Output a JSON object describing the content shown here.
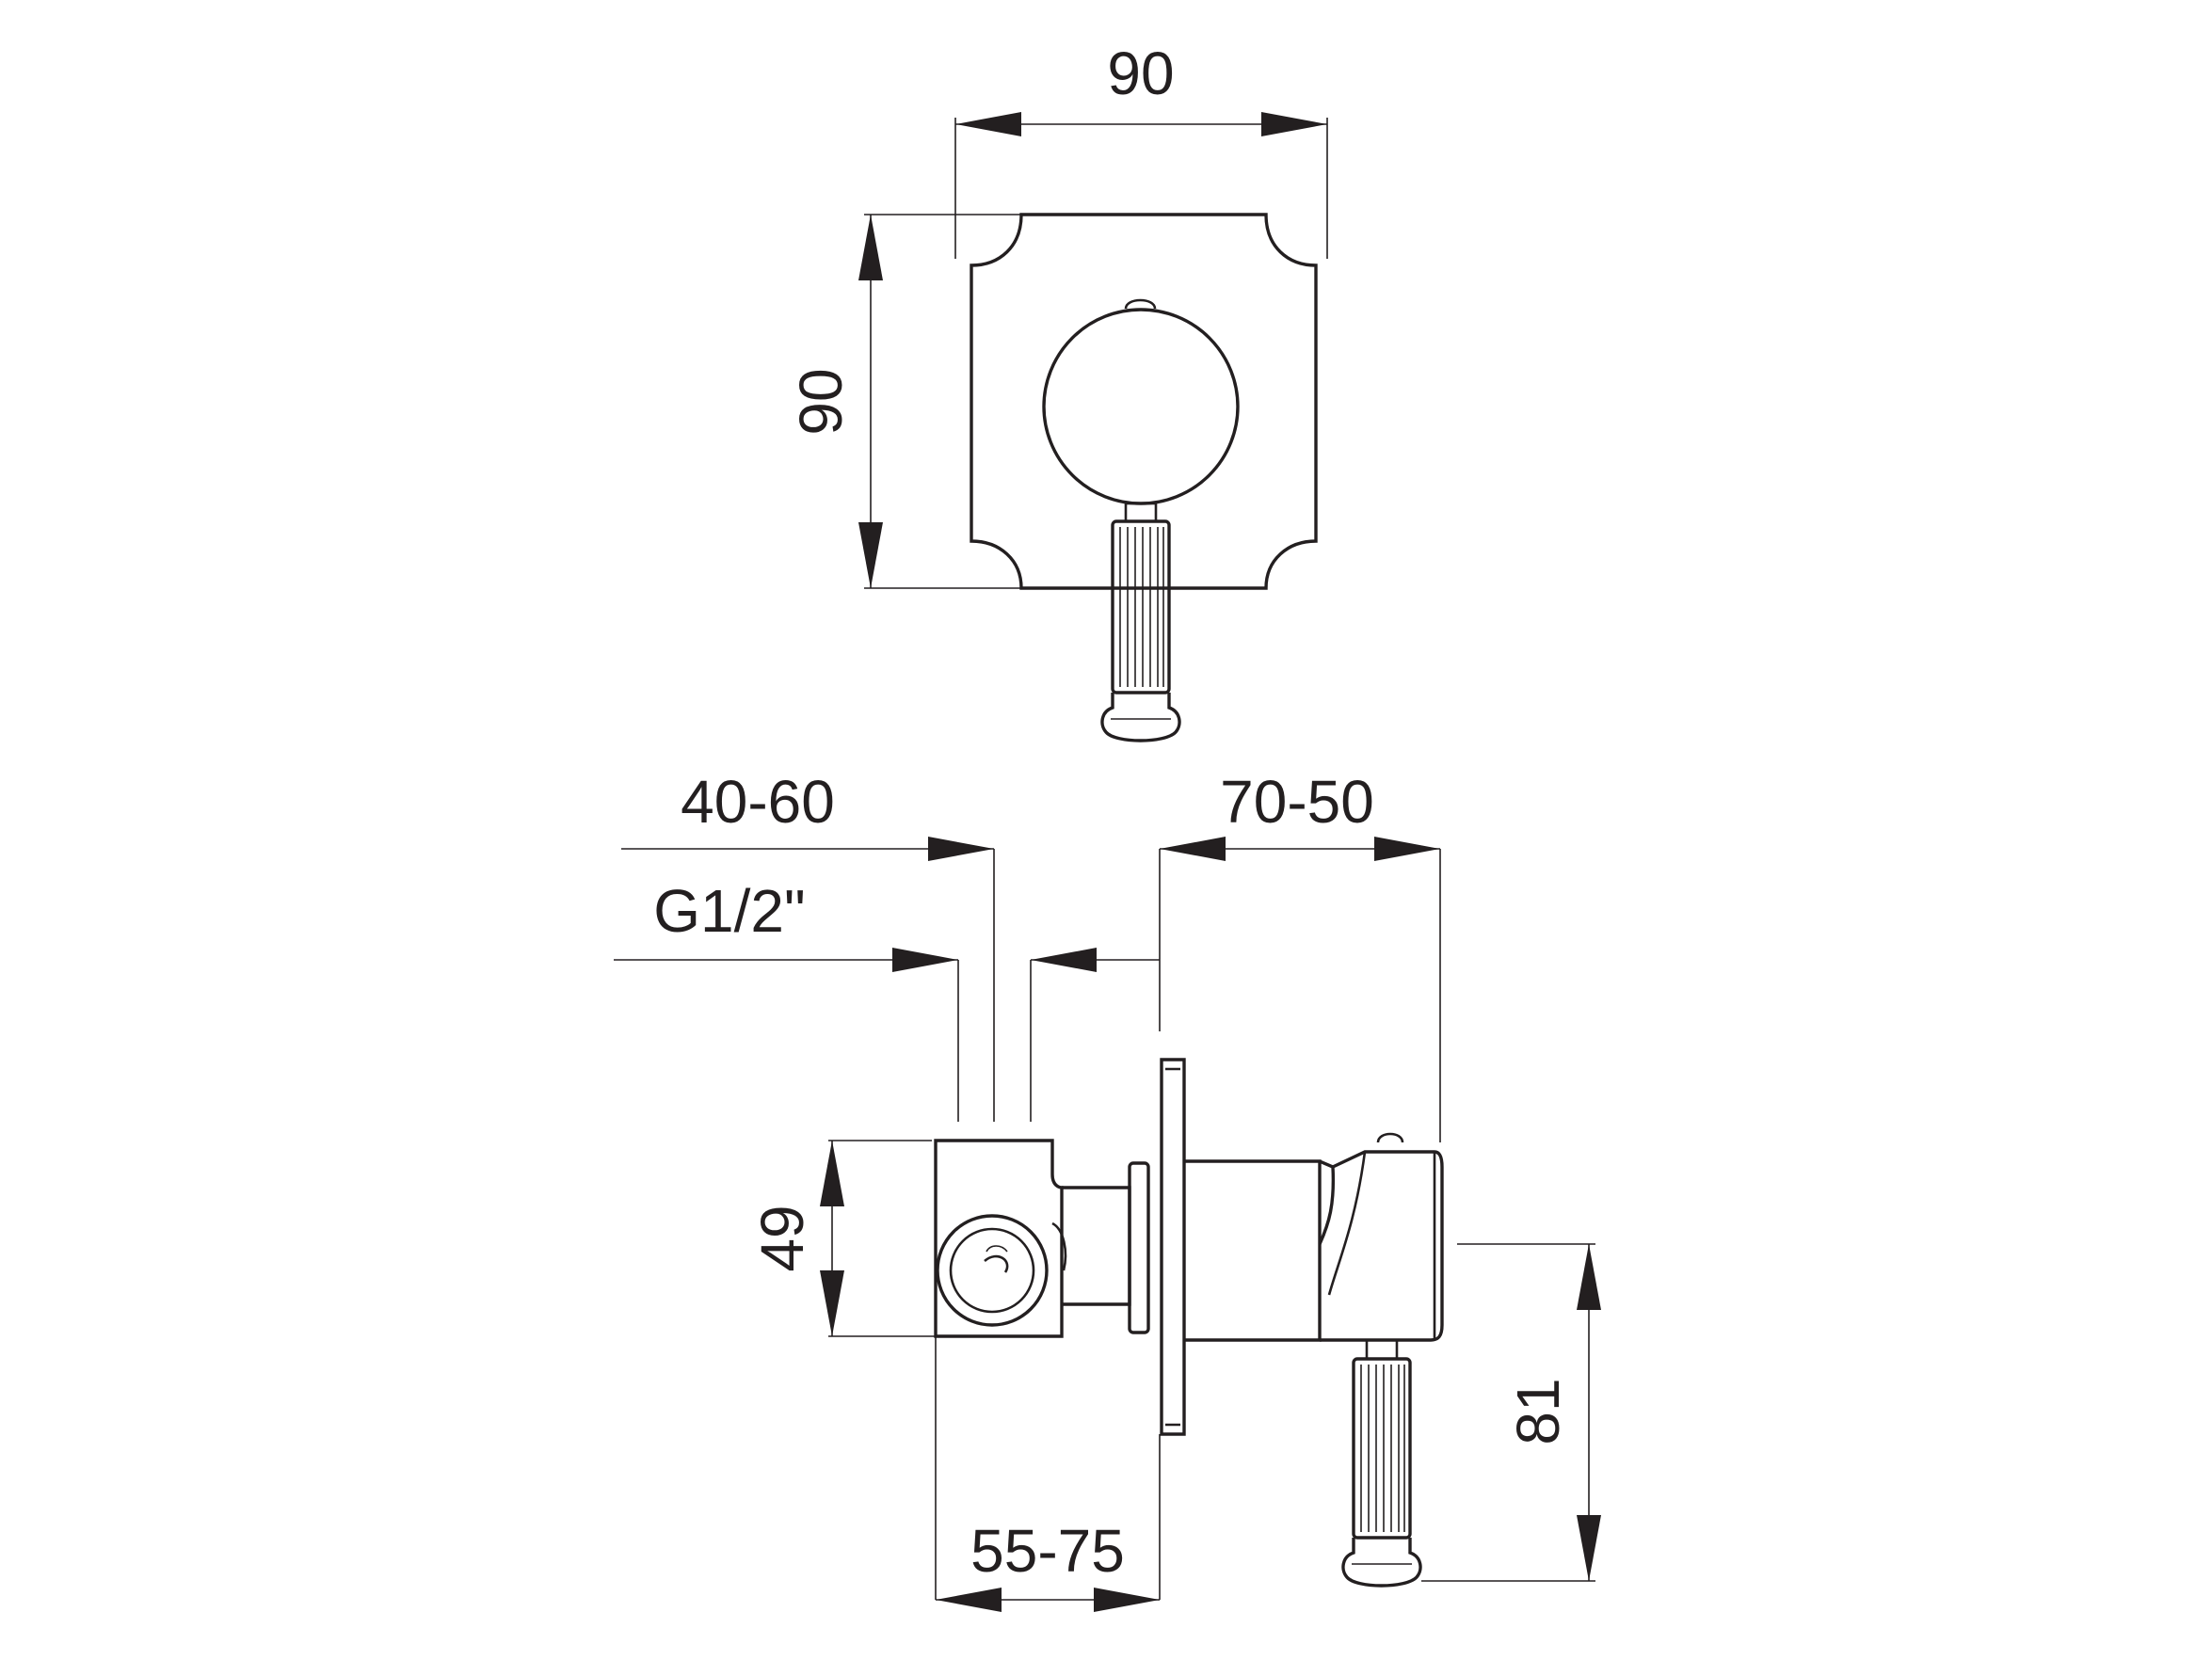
{
  "dimensions": {
    "front_width": "90",
    "front_height": "90",
    "wall_depth": "40-60",
    "connection": "G1/2\"",
    "projection": "70-50",
    "body_height": "49",
    "body_depth": "55-75",
    "lever_height": "81"
  },
  "colors": {
    "line": "#231f20",
    "background": "#ffffff"
  }
}
